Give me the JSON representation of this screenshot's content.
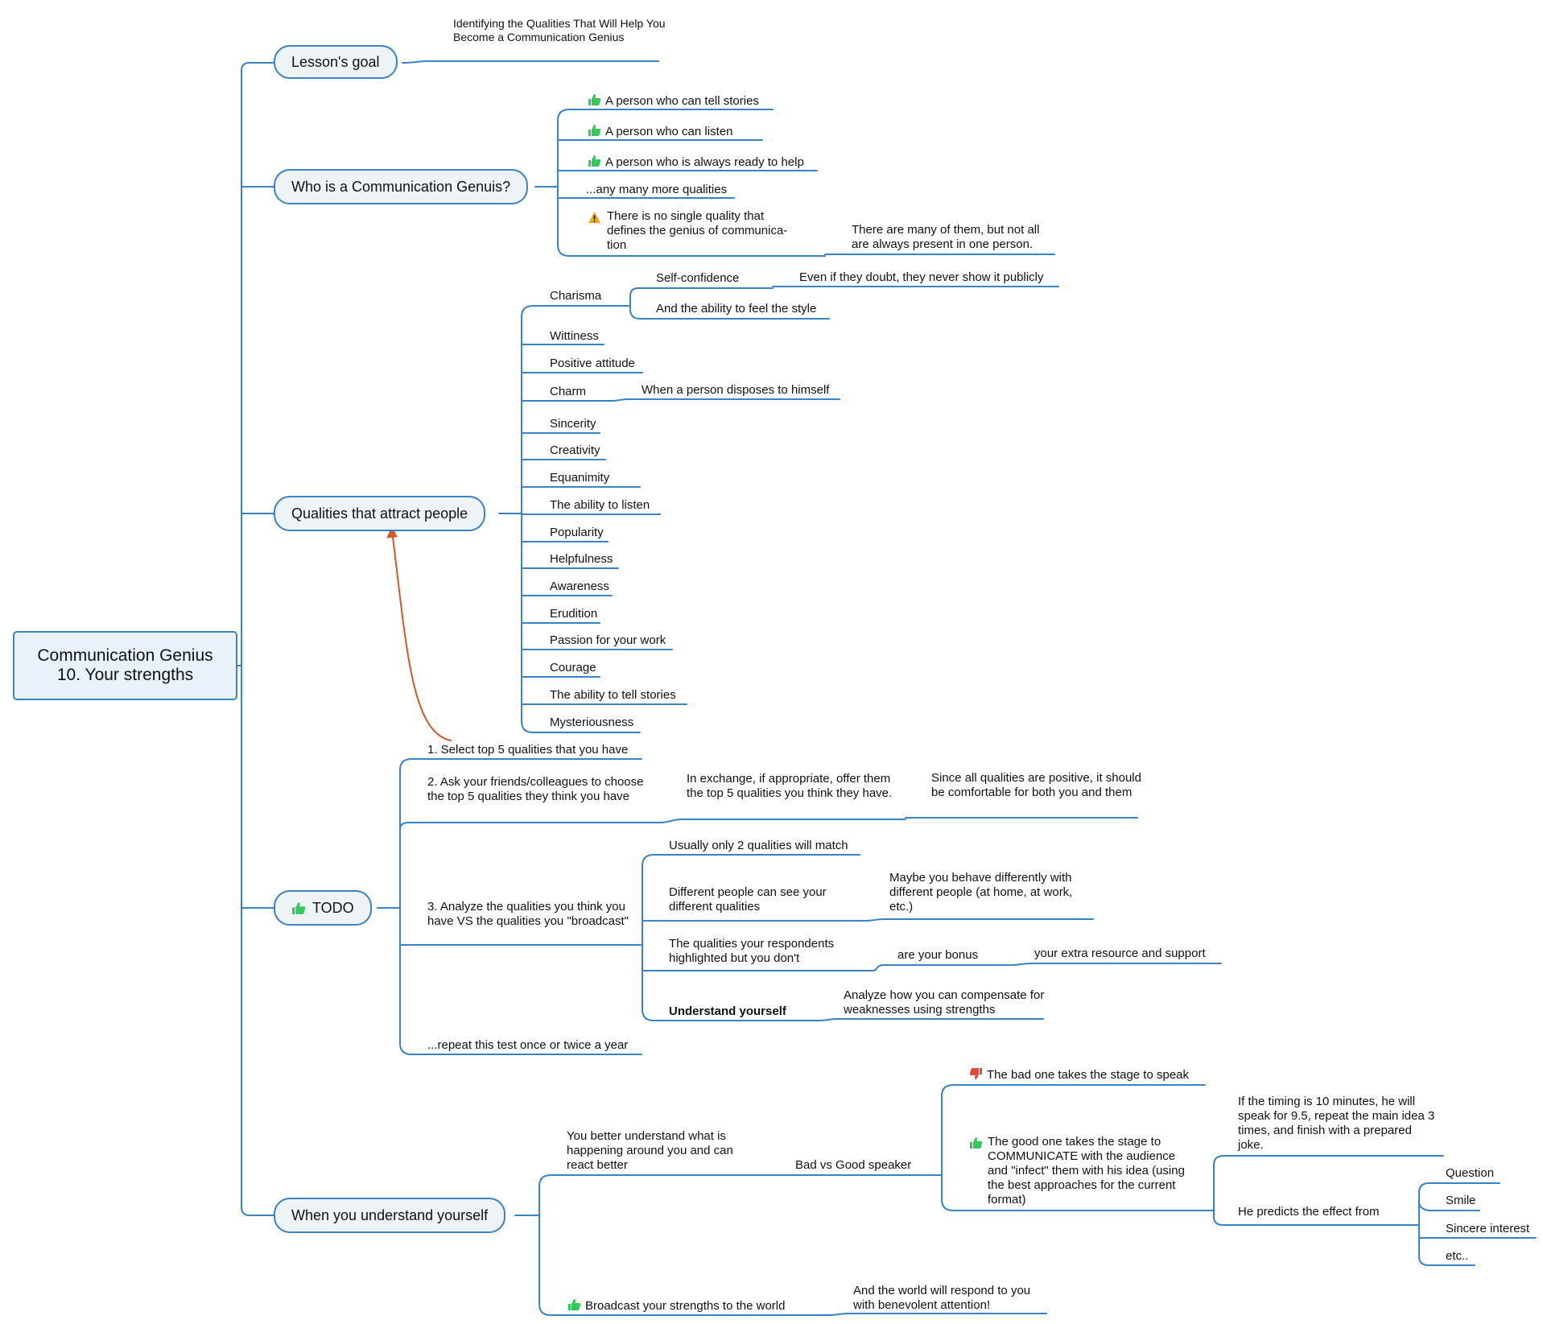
{
  "root": {
    "line1": "Communication Genius",
    "line2": "10. Your strengths"
  },
  "branches": {
    "goal": {
      "label": "Lesson's goal",
      "text": "Identifying the Qualities That Will Help You Become a Communication Genius"
    },
    "who": {
      "label": "Who is a Communication Genuis?",
      "items": [
        {
          "text": "A person who can tell stories",
          "icon": "thumbs-up-icon"
        },
        {
          "text": "A person who can listen",
          "icon": "thumbs-up-icon"
        },
        {
          "text": "A person who is always ready to help",
          "icon": "thumbs-up-icon"
        },
        {
          "text": "...any many more qualities"
        },
        {
          "text": "There is no single quality that defines the genius of communica-tion",
          "icon": "warning-icon"
        }
      ],
      "note": "There are many of them, but not all are always present in one person."
    },
    "qualities": {
      "label": "Qualities that attract people",
      "charisma": "Charisma",
      "self_confidence": "Self-confidence",
      "self_confidence_note": "Even if they doubt, they never show it publicly",
      "feel_style": "And the ability to feel the style",
      "charm": "Charm",
      "charm_note": "When a person disposes to himself",
      "items": [
        "Wittiness",
        "Positive attitude",
        "Sincerity",
        "Creativity",
        "Equanimity",
        "The ability to listen",
        "Popularity",
        "Helpfulness",
        "Awareness",
        "Erudition",
        "Passion for your work",
        "Courage",
        "The ability to tell stories",
        "Mysteriousness"
      ]
    },
    "todo": {
      "label": "TODO",
      "icon": "thumbs-up-icon",
      "step1": "1. Select top 5 qualities that you have",
      "step2": "2. Ask your friends/colleagues to choose the top 5 qualities they think you have",
      "step2_note": "In exchange, if appropriate, offer them the top 5 qualities you think they have.",
      "step2_note2": "Since all qualities are positive, it should be comfortable for both you and them",
      "step3": "3. Analyze the qualities you think you have VS the qualities you \"broadcast\"",
      "match": "Usually only 2 qualities will match",
      "different": "Different people can see your different qualities",
      "different_note": "Maybe you behave differently with different people (at home, at work, etc.)",
      "respondents": "The qualities your respondents highlighted but you don't",
      "bonus": "are your bonus",
      "bonus_note": "your extra resource and support",
      "understand": "Understand yourself",
      "understand_note": "Analyze how you can compensate for weaknesses using strengths",
      "repeat": "...repeat this test once or twice a year"
    },
    "understand": {
      "label": "When you understand yourself",
      "react": "You better understand what is happening around you and can react better",
      "speaker": "Bad vs Good speaker",
      "bad": "The bad one takes the stage to speak",
      "good": "The good one takes the stage to COMMUNICATE with the audience and \"infect\" them with his idea (using the best approaches for the current format)",
      "timing": "If the timing is 10 minutes, he will speak for 9.5, repeat the main idea 3 times, and finish with a prepared joke.",
      "predicts": "He predicts the effect from",
      "effects": [
        "Question",
        "Smile",
        "Sincere interest",
        "etc.."
      ],
      "broadcast": "Broadcast your strengths to the world",
      "world": "And the world will respond to you with benevolent attention!"
    }
  },
  "colors": {
    "line": "#3a83c4",
    "arrow": "#d4572a",
    "pill_bg": "#eef3f8",
    "root_bg": "#e9f2fb",
    "thumbs_up": "#34c759",
    "thumbs_down": "#e5483d",
    "warning": "#f5a623"
  }
}
